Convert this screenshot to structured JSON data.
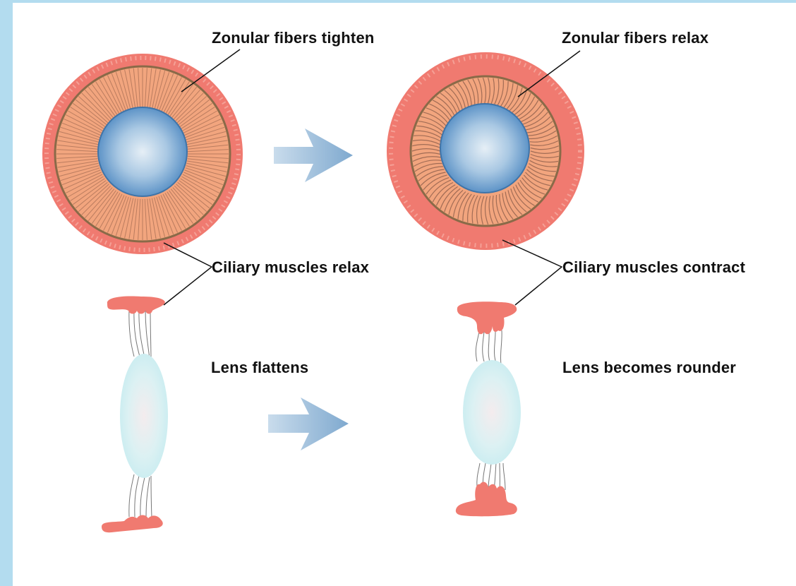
{
  "labels": {
    "zonular_tighten": "Zonular fibers tighten",
    "zonular_relax": "Zonular fibers relax",
    "ciliary_relax": "Ciliary muscles relax",
    "ciliary_contract": "Ciliary muscles contract",
    "lens_flattens": "Lens flattens",
    "lens_rounder": "Lens becomes rounder"
  },
  "colors": {
    "background_frame": "#b3dcef",
    "ciliary_muscle": "#f07a70",
    "zonular_fibers": "#f2a57e",
    "fiber_lines": "#9a6a55",
    "pupil_lens": "#5d93c7",
    "lens_side": "#d8f1f3",
    "arrow": "#8fb8d8"
  }
}
